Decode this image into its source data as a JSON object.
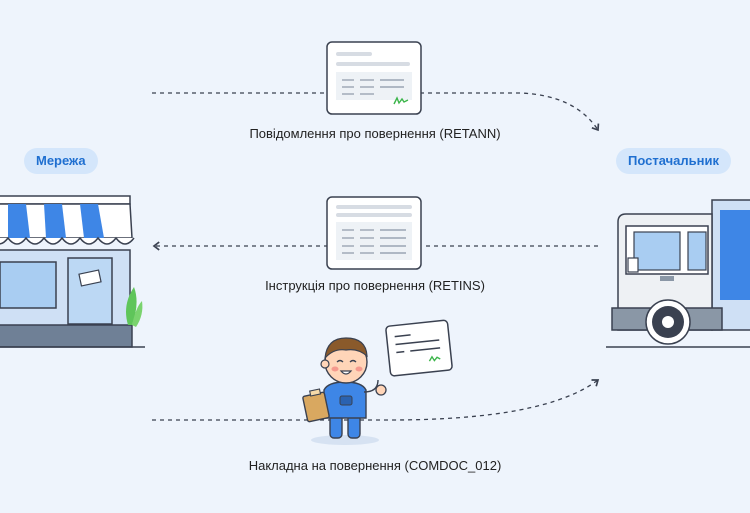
{
  "nodes": {
    "left_label": "Мережа",
    "right_label": "Постачальник"
  },
  "flows": [
    {
      "label": "Повідомлення про повернення (RETANN)",
      "direction": "to-supplier"
    },
    {
      "label": "Інструкція про повернення (RETINS)",
      "direction": "to-network"
    },
    {
      "label": "Накладна на повернення (COMDOC_012)",
      "direction": "to-supplier"
    }
  ],
  "colors": {
    "background": "#eef4fc",
    "accent": "#1f6fd0",
    "badge_bg": "#d4e6fb",
    "stroke": "#3a4150",
    "signature": "#3bb54a"
  }
}
